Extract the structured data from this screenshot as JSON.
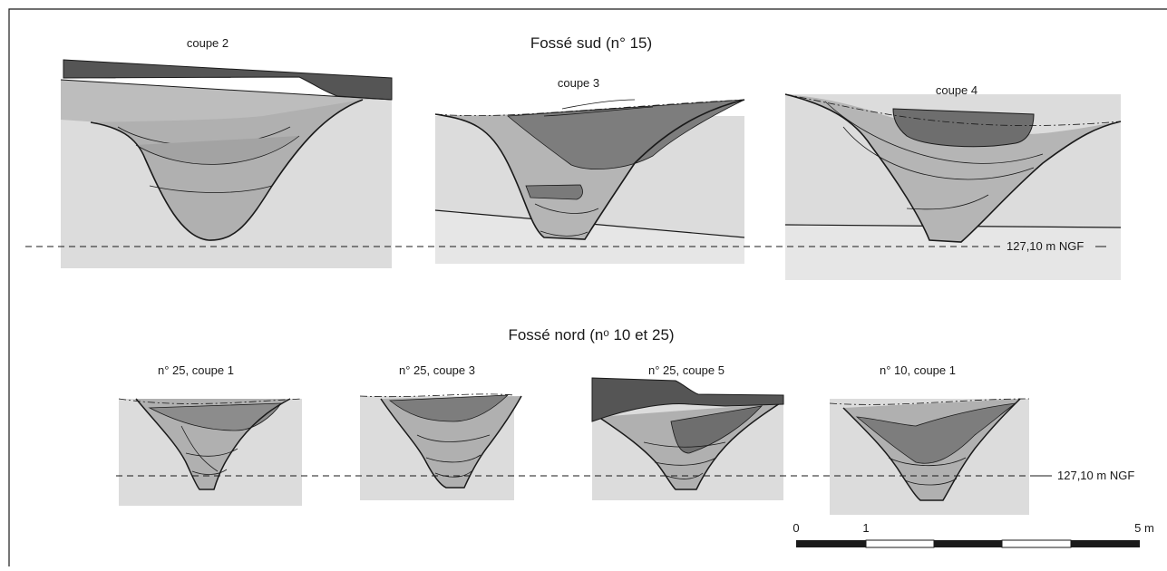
{
  "south": {
    "title": "Fossé sud (n° 15)",
    "sections": [
      {
        "label": "coupe 2"
      },
      {
        "label": "coupe 3"
      },
      {
        "label": "coupe 4"
      }
    ],
    "reference": "127,10 m NGF"
  },
  "north": {
    "title": "Fossé nord (nᵒ 10 et 25)",
    "sections": [
      {
        "label": "n° 25, coupe 1"
      },
      {
        "label": "n° 25, coupe 3"
      },
      {
        "label": "n° 25, coupe 5"
      },
      {
        "label": "n° 10, coupe 1"
      }
    ],
    "reference": "127,10 m NGF"
  },
  "scale": {
    "tick_labels": [
      "0",
      "1",
      "5 m"
    ]
  },
  "colors": {
    "background_soil": "#dcdcdc",
    "light_fill": "#c8c8c8",
    "medium_fill": "#a9a9a9",
    "dark_fill": "#7a7a7a",
    "very_dark_fill": "#555555",
    "outline": "#1a1a1a"
  }
}
